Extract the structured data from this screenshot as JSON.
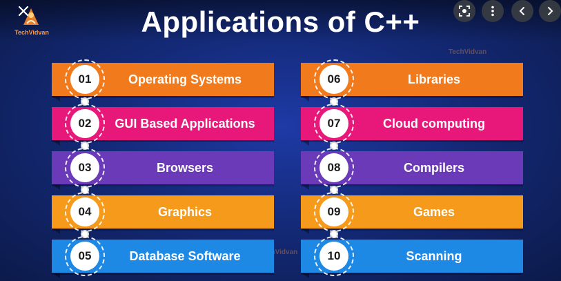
{
  "window": {
    "controls": {
      "close": "close-icon",
      "lens": "lens-icon",
      "more": "more-vert-icon",
      "prev": "chevron-left-icon",
      "next": "chevron-right-icon"
    }
  },
  "image": {
    "title": "Applications of C++",
    "logo_text": "TechVidvan",
    "watermark_text": "TechVidvan",
    "colors": {
      "orange": "#f07a1c",
      "pink": "#e8177a",
      "purple": "#6b3ab8",
      "amber": "#f59a1a",
      "blue": "#1e88e5",
      "background": "#142a78"
    },
    "left_items": [
      {
        "num": "01",
        "label": "Operating Systems",
        "color": "orange"
      },
      {
        "num": "02",
        "label": "GUI Based Applications",
        "color": "pink"
      },
      {
        "num": "03",
        "label": "Browsers",
        "color": "purple"
      },
      {
        "num": "04",
        "label": "Graphics",
        "color": "amber"
      },
      {
        "num": "05",
        "label": "Database Software",
        "color": "blue"
      }
    ],
    "right_items": [
      {
        "num": "06",
        "label": "Libraries",
        "color": "orange"
      },
      {
        "num": "07",
        "label": "Cloud computing",
        "color": "pink"
      },
      {
        "num": "08",
        "label": "Compilers",
        "color": "purple"
      },
      {
        "num": "09",
        "label": "Games",
        "color": "amber"
      },
      {
        "num": "10",
        "label": "Scanning",
        "color": "blue"
      }
    ]
  }
}
